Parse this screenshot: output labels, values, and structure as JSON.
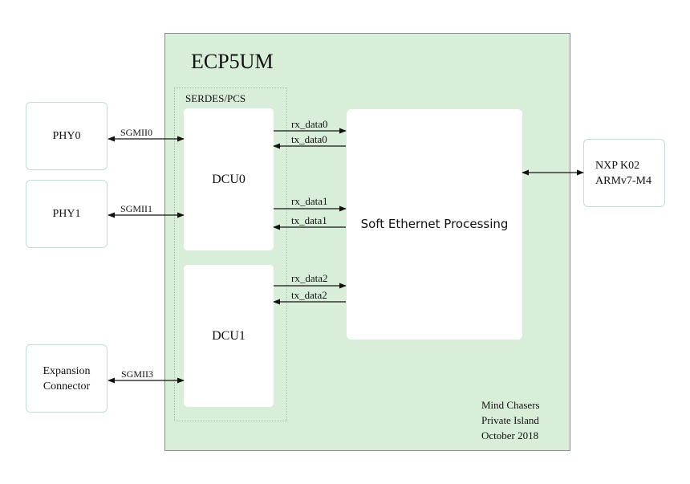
{
  "fpga": {
    "title": "ECP5UM"
  },
  "serdes": {
    "title": "SERDES/PCS"
  },
  "external": {
    "phy0": "PHY0",
    "phy1": "PHY1",
    "expansion_line1": "Expansion",
    "expansion_line2": "Connector",
    "nxp_line1": "NXP K02",
    "nxp_line2": "ARMv7-M4"
  },
  "links": {
    "sgmii0": "SGMII0",
    "sgmii1": "SGMII1",
    "sgmii3": "SGMII3"
  },
  "dcus": {
    "dcu0": "DCU0",
    "dcu1": "DCU1"
  },
  "processing": {
    "label": "Soft Ethernet Processing"
  },
  "signals": {
    "rx_data0": "rx_data0",
    "tx_data0": "tx_data0",
    "rx_data1": "rx_data1",
    "tx_data1": "tx_data1",
    "rx_data2": "rx_data2",
    "tx_data2": "tx_data2"
  },
  "credit": {
    "line1": "Mind Chasers",
    "line2": "Private Island",
    "line3": "October 2018"
  },
  "colors": {
    "fpga_fill": "#d9eed9",
    "box_border": "#bfe0cf",
    "wire": "#111111"
  }
}
